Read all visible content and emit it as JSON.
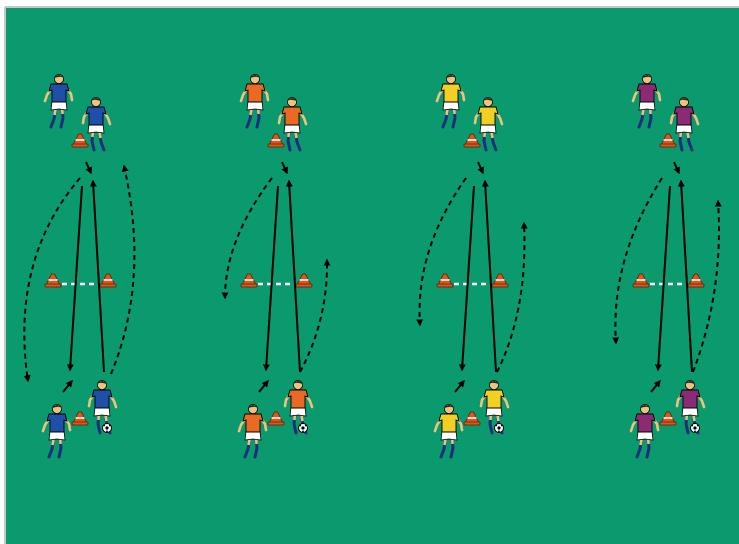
{
  "colors": {
    "field": "#0a9a6e",
    "border": "#c8c8c8",
    "arrow": "#000000",
    "cone": "#e0551c",
    "shorts": "#ffffff",
    "skin": "#f1c27d"
  },
  "drills": [
    {
      "name": "drill-blue",
      "shirt": "#1f4fa8"
    },
    {
      "name": "drill-orange",
      "shirt": "#ea6a23"
    },
    {
      "name": "drill-yellow",
      "shirt": "#f2cf24"
    },
    {
      "name": "drill-purple",
      "shirt": "#8c2a73"
    }
  ],
  "icons": {
    "player": "player-icon",
    "cone": "cone-icon",
    "ball": "soccer-ball-icon",
    "arrow": "arrow-icon"
  }
}
